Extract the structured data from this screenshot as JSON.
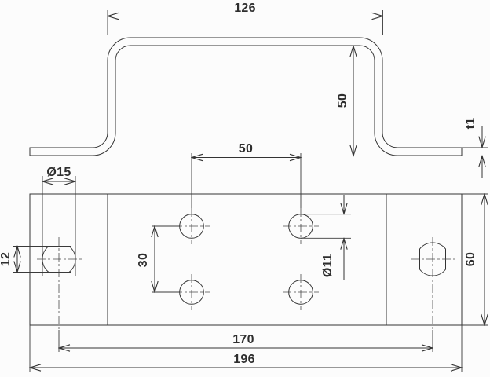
{
  "drawing": {
    "kind": "technical-drawing-two-views",
    "colors": {
      "line": "#333333",
      "text": "#2e2e2e",
      "background": "#fcfcfc"
    },
    "labels": {
      "top_width": "126",
      "leg_height": "50",
      "thickness": "t1",
      "hole_pitch_x": "50",
      "end_hole_dia": "Ø15",
      "end_hole_width": "12",
      "hole_pitch_y": "30",
      "center_hole_dia": "Ø11",
      "plate_depth": "60",
      "end_hole_cc": "170",
      "overall_length": "196"
    }
  }
}
